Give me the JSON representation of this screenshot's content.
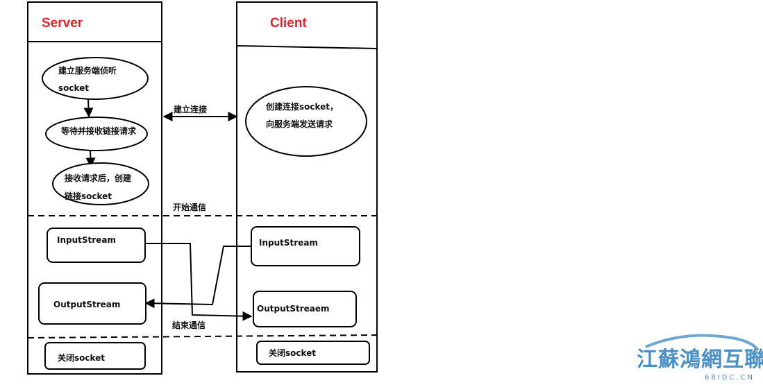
{
  "colors": {
    "title": "#e0242c",
    "ink": "#000000",
    "watermark": "#4a90c8"
  },
  "server": {
    "title": "Server",
    "step1_line1": "建立服务端侦听",
    "step1_line2": "socket",
    "step2": "等待并接收链接请求",
    "step3_line1": "接收请求后，创建",
    "step3_line2": "链接socket",
    "input": "InputStream",
    "output": "OutputStream",
    "close": "关闭socket"
  },
  "client": {
    "title": "Client",
    "step1_line1": "创建连接socket，",
    "step1_line2": "向服务端发送请求",
    "input": "InputStream",
    "output": "OutputStreaem",
    "close": "关闭socket"
  },
  "labels": {
    "connect": "建立连接",
    "start": "开始通信",
    "end": "结束通信"
  },
  "watermark": {
    "main": "江蘇鴻網互聯",
    "sub": "68IDC.CN"
  }
}
